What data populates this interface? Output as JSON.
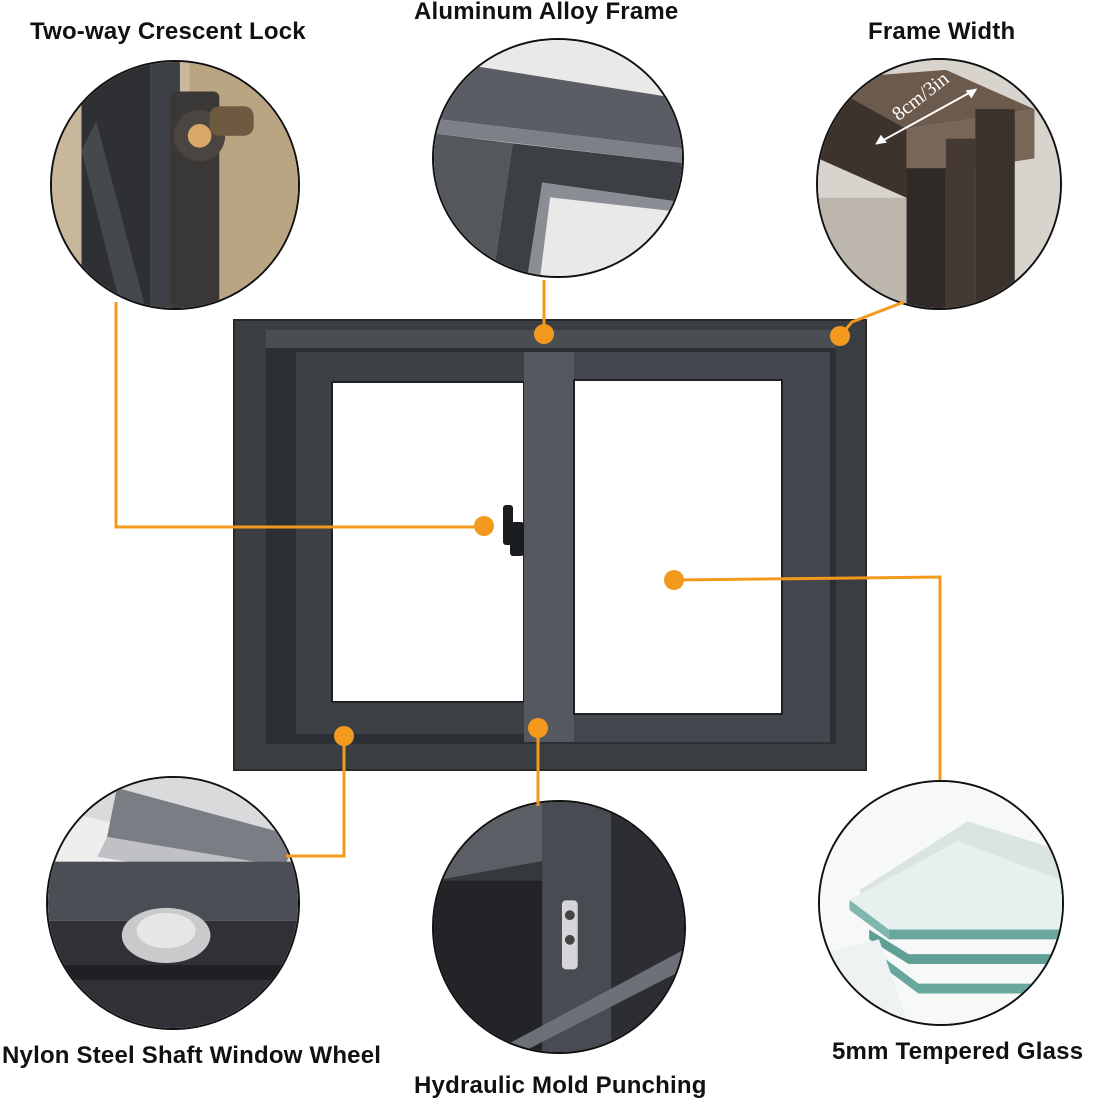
{
  "labels": {
    "lock": "Two-way Crescent Lock",
    "frame": "Aluminum Alloy Frame",
    "width": "Frame Width",
    "wheel": "Nylon Steel Shaft Window Wheel",
    "punch": "Hydraulic Mold Punching",
    "glass": "5mm Tempered Glass"
  },
  "frame_width_text": "8cm/3in",
  "colors": {
    "accent": "#f39a1e",
    "frame": "#3a3d42",
    "frame_dark": "#26282c",
    "glass": "#ffffff"
  }
}
